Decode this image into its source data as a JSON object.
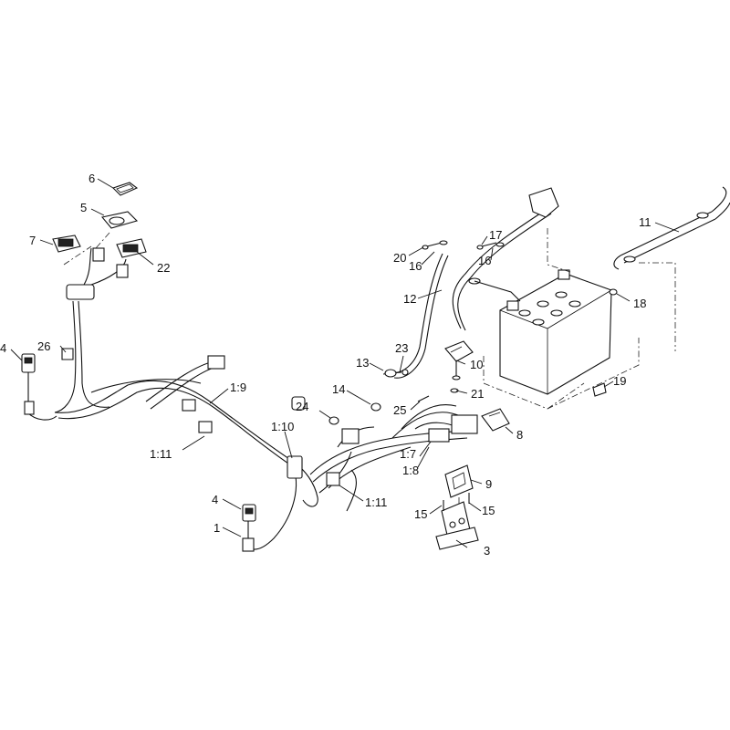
{
  "diagram": {
    "callouts": [
      {
        "id": "c1",
        "text": "1"
      },
      {
        "id": "c3",
        "text": "3"
      },
      {
        "id": "c4a",
        "text": "4"
      },
      {
        "id": "c4b",
        "text": "4"
      },
      {
        "id": "c5",
        "text": "5"
      },
      {
        "id": "c6",
        "text": "6"
      },
      {
        "id": "c7",
        "text": "7"
      },
      {
        "id": "c8",
        "text": "8"
      },
      {
        "id": "c9",
        "text": "9"
      },
      {
        "id": "c10",
        "text": "10"
      },
      {
        "id": "c11",
        "text": "11"
      },
      {
        "id": "c12",
        "text": "12"
      },
      {
        "id": "c13",
        "text": "13"
      },
      {
        "id": "c14",
        "text": "14"
      },
      {
        "id": "c15a",
        "text": "15"
      },
      {
        "id": "c15b",
        "text": "15"
      },
      {
        "id": "c16a",
        "text": "16"
      },
      {
        "id": "c16b",
        "text": "16"
      },
      {
        "id": "c17",
        "text": "17"
      },
      {
        "id": "c18",
        "text": "18"
      },
      {
        "id": "c19",
        "text": "19"
      },
      {
        "id": "c20",
        "text": "20"
      },
      {
        "id": "c21",
        "text": "21"
      },
      {
        "id": "c22",
        "text": "22"
      },
      {
        "id": "c23",
        "text": "23"
      },
      {
        "id": "c24",
        "text": "24"
      },
      {
        "id": "c25",
        "text": "25"
      },
      {
        "id": "c26",
        "text": "26"
      },
      {
        "id": "c1_7",
        "text": "1:7"
      },
      {
        "id": "c1_8",
        "text": "1:8"
      },
      {
        "id": "c1_9",
        "text": "1:9"
      },
      {
        "id": "c1_10",
        "text": "1:10"
      },
      {
        "id": "c1_11a",
        "text": "1:11"
      },
      {
        "id": "c1_11b",
        "text": "1:11"
      }
    ]
  }
}
